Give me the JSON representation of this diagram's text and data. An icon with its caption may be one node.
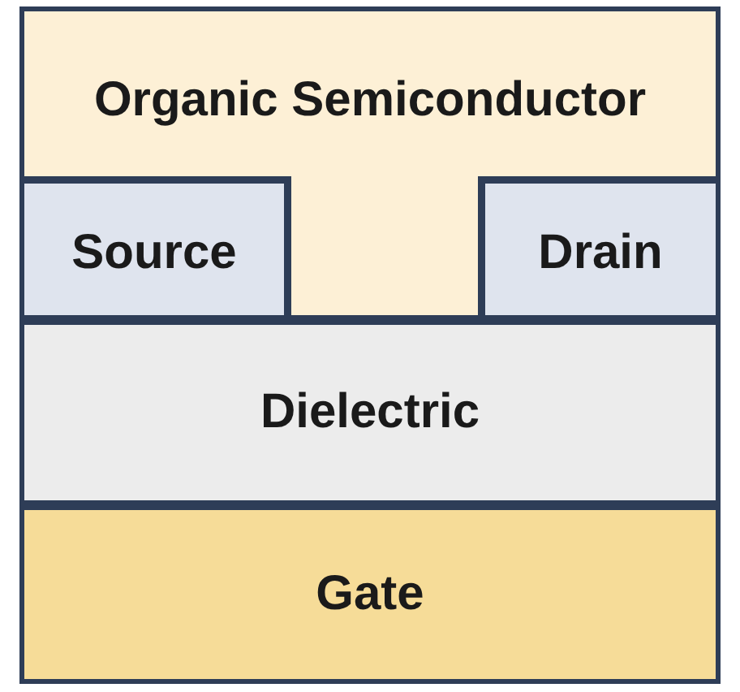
{
  "diagram": {
    "nodes": [
      {
        "text": [
          "Organic Semiconductor"
        ]
      },
      {
        "text": [
          "Source"
        ]
      },
      {
        "text": [
          "Drain"
        ]
      },
      {
        "text": [
          "Dielectric"
        ]
      },
      {
        "text": [
          "Gate"
        ]
      }
    ]
  }
}
